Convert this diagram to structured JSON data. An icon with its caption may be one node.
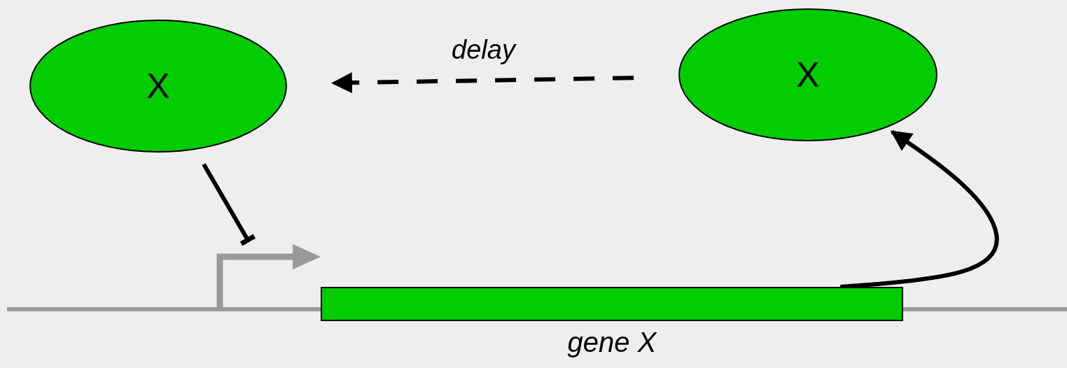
{
  "diagram": {
    "nodes": [
      {
        "text": [
          "X"
        ]
      },
      {
        "text": [
          "X"
        ]
      },
      {
        "text": [],
        "shape": "bar",
        "beside": [
          "gene X"
        ]
      },
      {
        "text": [],
        "shape": "arrow"
      }
    ],
    "edges": [
      {
        "from": 1,
        "to": 0,
        "arrow": "to",
        "label": "delay",
        "style": "dashed"
      },
      {
        "from": 0,
        "to": 3,
        "arrow": "other"
      },
      {
        "from": 2,
        "to": 1,
        "arrow": "to"
      }
    ]
  }
}
